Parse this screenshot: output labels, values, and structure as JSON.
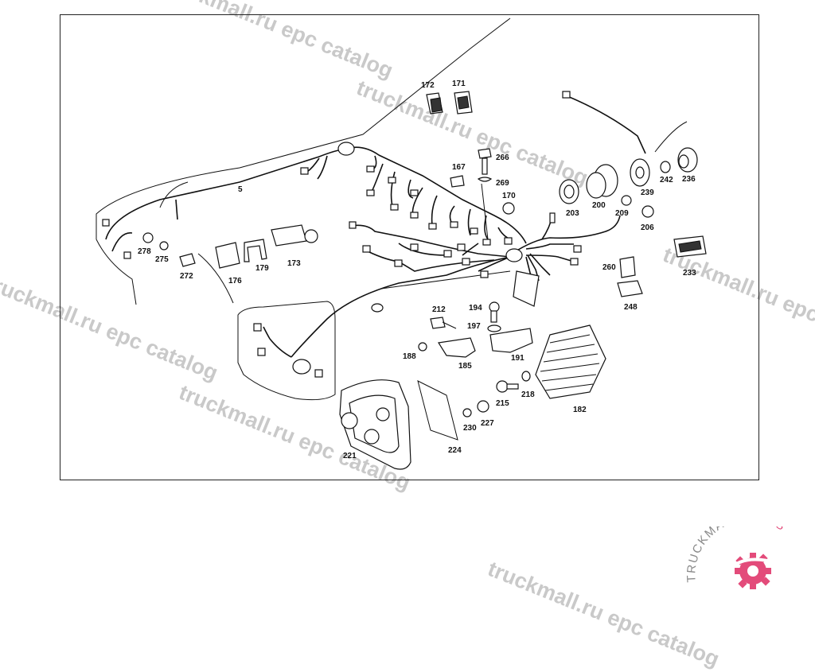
{
  "watermark_text": "truckmall.ru epc catalog",
  "brand": {
    "text_main": "TRUCKMALL",
    "text_accent": "PARTS",
    "accent_color": "#e34b7a",
    "text_color": "#8a8a8a"
  },
  "parts": [
    {
      "id": "p172",
      "label": "172"
    },
    {
      "id": "p171",
      "label": "171"
    },
    {
      "id": "p266",
      "label": "266"
    },
    {
      "id": "p167",
      "label": "167"
    },
    {
      "id": "p269",
      "label": "269"
    },
    {
      "id": "p170",
      "label": "170"
    },
    {
      "id": "p5",
      "label": "5"
    },
    {
      "id": "p203",
      "label": "203"
    },
    {
      "id": "p200",
      "label": "200"
    },
    {
      "id": "p239",
      "label": "239"
    },
    {
      "id": "p242",
      "label": "242"
    },
    {
      "id": "p236",
      "label": "236"
    },
    {
      "id": "p209",
      "label": "209"
    },
    {
      "id": "p206",
      "label": "206"
    },
    {
      "id": "p233",
      "label": "233"
    },
    {
      "id": "p260",
      "label": "260"
    },
    {
      "id": "p248",
      "label": "248"
    },
    {
      "id": "p278",
      "label": "278"
    },
    {
      "id": "p275",
      "label": "275"
    },
    {
      "id": "p272",
      "label": "272"
    },
    {
      "id": "p176",
      "label": "176"
    },
    {
      "id": "p179",
      "label": "179"
    },
    {
      "id": "p173",
      "label": "173"
    },
    {
      "id": "p212",
      "label": "212"
    },
    {
      "id": "p194",
      "label": "194"
    },
    {
      "id": "p197",
      "label": "197"
    },
    {
      "id": "p188",
      "label": "188"
    },
    {
      "id": "p185",
      "label": "185"
    },
    {
      "id": "p191",
      "label": "191"
    },
    {
      "id": "p215",
      "label": "215"
    },
    {
      "id": "p218",
      "label": "218"
    },
    {
      "id": "p182",
      "label": "182"
    },
    {
      "id": "p230",
      "label": "230"
    },
    {
      "id": "p227",
      "label": "227"
    },
    {
      "id": "p224",
      "label": "224"
    },
    {
      "id": "p221",
      "label": "221"
    }
  ]
}
